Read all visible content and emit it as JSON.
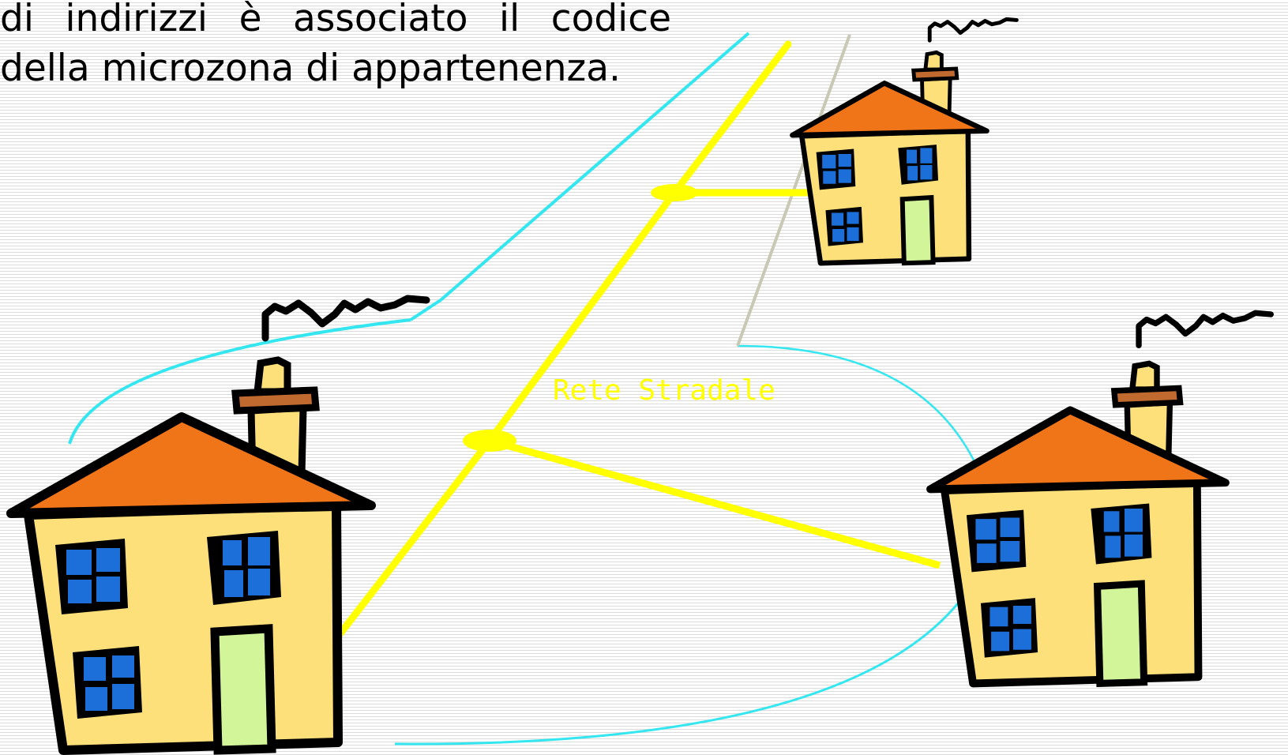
{
  "description": {
    "line1": "di   indirizzi    è   associato   il   codice",
    "line2": "della microzona di appartenenza."
  },
  "road_network": {
    "label": "Rete Stradale"
  },
  "colors": {
    "road": "#ffff00",
    "zone_boundary": "#33e6f0",
    "gray_boundary": "#c8c8b4",
    "roof": "#f07518",
    "wall": "#fde07a",
    "window": "#1c6fd8",
    "door": "#d2f59a",
    "chimney_band": "#c06a30",
    "outline": "#000000"
  }
}
